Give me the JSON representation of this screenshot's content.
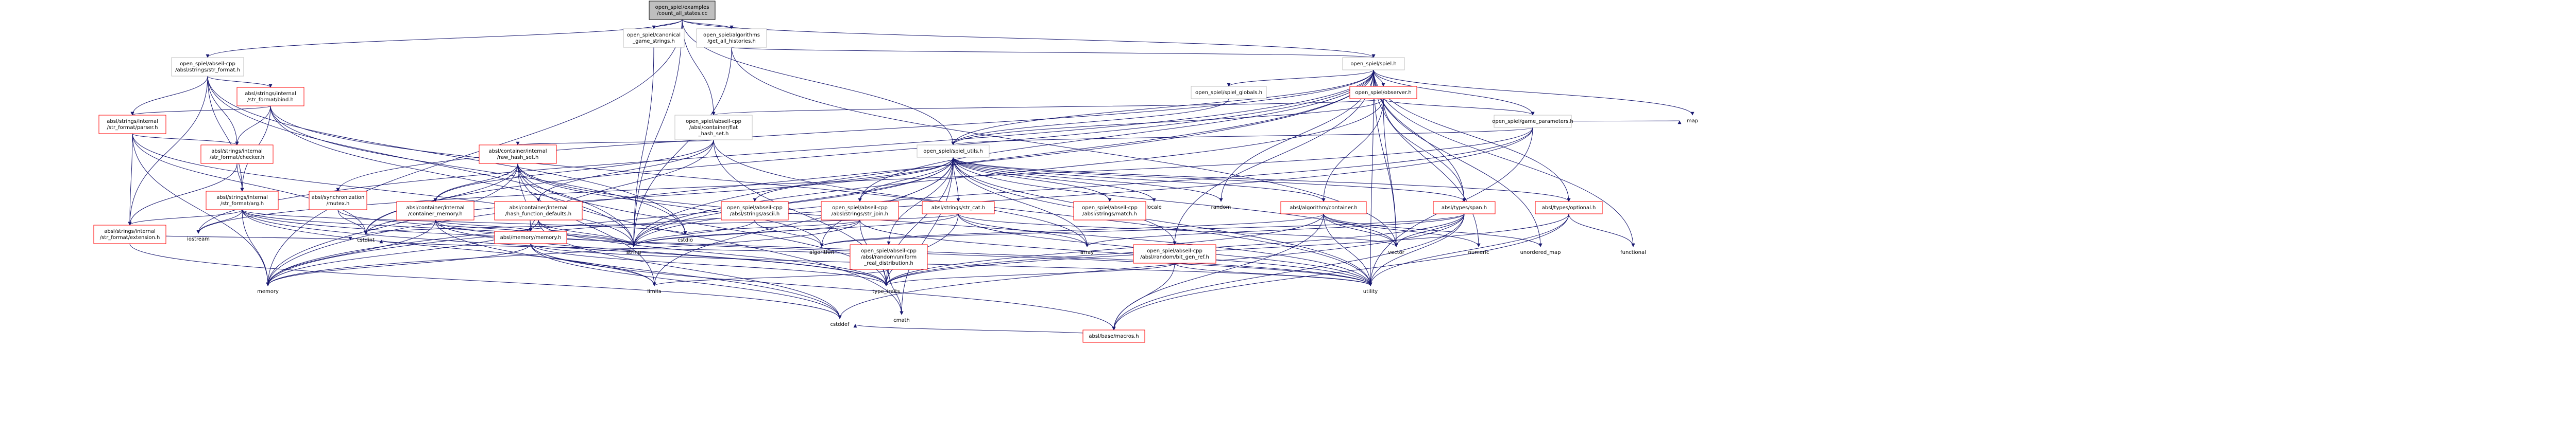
{
  "colors": {
    "edge": "#191970",
    "node_border": "#bfbfbf",
    "node_border_missing": "#ff0000",
    "root_fill": "#bfbfbf"
  },
  "nodes": [
    {
      "id": "root",
      "lines": [
        "open_spiel/examples",
        "/count_all_states.cc"
      ],
      "kind": "root"
    },
    {
      "id": "str_format",
      "lines": [
        "open_spiel/abseil-cpp",
        "/absl/strings/str_format.h"
      ],
      "kind": "normal"
    },
    {
      "id": "canonical",
      "lines": [
        "open_spiel/canonical",
        "_game_strings.h"
      ],
      "kind": "normal"
    },
    {
      "id": "get_all_hist",
      "lines": [
        "open_spiel/algorithms",
        "/get_all_histories.h"
      ],
      "kind": "normal"
    },
    {
      "id": "spiel",
      "lines": [
        "open_spiel/spiel.h"
      ],
      "kind": "normal"
    },
    {
      "id": "bind",
      "lines": [
        "absl/strings/internal",
        "/str_format/bind.h"
      ],
      "kind": "red"
    },
    {
      "id": "parser",
      "lines": [
        "absl/strings/internal",
        "/str_format/parser.h"
      ],
      "kind": "red"
    },
    {
      "id": "checker",
      "lines": [
        "absl/strings/internal",
        "/str_format/checker.h"
      ],
      "kind": "red"
    },
    {
      "id": "arg",
      "lines": [
        "absl/strings/internal",
        "/str_format/arg.h"
      ],
      "kind": "red"
    },
    {
      "id": "extension",
      "lines": [
        "absl/strings/internal",
        "/str_format/extension.h"
      ],
      "kind": "red"
    },
    {
      "id": "flat_hash_set",
      "lines": [
        "open_spiel/abseil-cpp",
        "/absl/container/flat",
        "_hash_set.h"
      ],
      "kind": "normal"
    },
    {
      "id": "raw_hash_set",
      "lines": [
        "absl/container/internal",
        "/raw_hash_set.h"
      ],
      "kind": "red"
    },
    {
      "id": "mutex",
      "lines": [
        "absl/synchronization",
        "/mutex.h"
      ],
      "kind": "red"
    },
    {
      "id": "hash_defaults",
      "lines": [
        "absl/container/internal",
        "/hash_function_defaults.h"
      ],
      "kind": "red"
    },
    {
      "id": "container_memory",
      "lines": [
        "absl/container/internal",
        "/container_memory.h"
      ],
      "kind": "red"
    },
    {
      "id": "absl_memory",
      "lines": [
        "absl/memory/memory.h"
      ],
      "kind": "red"
    },
    {
      "id": "spiel_globals",
      "lines": [
        "open_spiel/spiel_globals.h"
      ],
      "kind": "normal"
    },
    {
      "id": "observer",
      "lines": [
        "open_spiel/observer.h"
      ],
      "kind": "red"
    },
    {
      "id": "game_parameters",
      "lines": [
        "open_spiel/game_parameters.h"
      ],
      "kind": "normal"
    },
    {
      "id": "spiel_utils",
      "lines": [
        "open_spiel/spiel_utils.h"
      ],
      "kind": "normal"
    },
    {
      "id": "ascii",
      "lines": [
        "open_spiel/abseil-cpp",
        "/absl/strings/ascii.h"
      ],
      "kind": "red"
    },
    {
      "id": "str_join",
      "lines": [
        "open_spiel/abseil-cpp",
        "/absl/strings/str_join.h"
      ],
      "kind": "red"
    },
    {
      "id": "str_cat",
      "lines": [
        "absl/strings/str_cat.h"
      ],
      "kind": "red"
    },
    {
      "id": "uniform_real",
      "lines": [
        "open_spiel/abseil-cpp",
        "/absl/random/uniform",
        "_real_distribution.h"
      ],
      "kind": "red"
    },
    {
      "id": "match",
      "lines": [
        "open_spiel/abseil-cpp",
        "/absl/strings/match.h"
      ],
      "kind": "red"
    },
    {
      "id": "bit_gen_ref",
      "lines": [
        "open_spiel/abseil-cpp",
        "/absl/random/bit_gen_ref.h"
      ],
      "kind": "red"
    },
    {
      "id": "alg_container",
      "lines": [
        "absl/algorithm/container.h"
      ],
      "kind": "red"
    },
    {
      "id": "span",
      "lines": [
        "absl/types/span.h"
      ],
      "kind": "red"
    },
    {
      "id": "optional",
      "lines": [
        "absl/types/optional.h"
      ],
      "kind": "red"
    },
    {
      "id": "macros",
      "lines": [
        "absl/base/macros.h"
      ],
      "kind": "red"
    },
    {
      "id": "cstdint",
      "lines": [
        "cstdint"
      ],
      "kind": "plain"
    },
    {
      "id": "memory",
      "lines": [
        "memory"
      ],
      "kind": "plain"
    },
    {
      "id": "iostream",
      "lines": [
        "iostream"
      ],
      "kind": "plain"
    },
    {
      "id": "cstdio",
      "lines": [
        "cstdio"
      ],
      "kind": "plain"
    },
    {
      "id": "string",
      "lines": [
        "string"
      ],
      "kind": "plain"
    },
    {
      "id": "algorithm",
      "lines": [
        "algorithm"
      ],
      "kind": "plain"
    },
    {
      "id": "limits",
      "lines": [
        "limits"
      ],
      "kind": "plain"
    },
    {
      "id": "type_traits",
      "lines": [
        "type_traits"
      ],
      "kind": "plain"
    },
    {
      "id": "cstddef",
      "lines": [
        "cstddef"
      ],
      "kind": "plain"
    },
    {
      "id": "utility",
      "lines": [
        "utility"
      ],
      "kind": "plain"
    },
    {
      "id": "locale",
      "lines": [
        "locale"
      ],
      "kind": "plain"
    },
    {
      "id": "random",
      "lines": [
        "random"
      ],
      "kind": "plain"
    },
    {
      "id": "array",
      "lines": [
        "array"
      ],
      "kind": "plain"
    },
    {
      "id": "cmath",
      "lines": [
        "cmath"
      ],
      "kind": "plain"
    },
    {
      "id": "vector",
      "lines": [
        "vector"
      ],
      "kind": "plain"
    },
    {
      "id": "numeric",
      "lines": [
        "numeric"
      ],
      "kind": "plain"
    },
    {
      "id": "unordered_map",
      "lines": [
        "unordered_map"
      ],
      "kind": "plain"
    },
    {
      "id": "functional",
      "lines": [
        "functional"
      ],
      "kind": "plain"
    },
    {
      "id": "map",
      "lines": [
        "map"
      ],
      "kind": "plain"
    }
  ],
  "edges": [
    [
      "root",
      "str_format"
    ],
    [
      "root",
      "canonical"
    ],
    [
      "root",
      "get_all_hist"
    ],
    [
      "root",
      "spiel"
    ],
    [
      "root",
      "string"
    ],
    [
      "root",
      "memory"
    ],
    [
      "root",
      "flat_hash_set"
    ],
    [
      "root",
      "spiel_utils"
    ],
    [
      "str_format",
      "bind"
    ],
    [
      "str_format",
      "parser"
    ],
    [
      "str_format",
      "checker"
    ],
    [
      "str_format",
      "arg"
    ],
    [
      "str_format",
      "extension"
    ],
    [
      "str_format",
      "cstdio"
    ],
    [
      "str_format",
      "string"
    ],
    [
      "canonical",
      "string"
    ],
    [
      "get_all_hist",
      "spiel"
    ],
    [
      "get_all_hist",
      "string"
    ],
    [
      "get_all_hist",
      "vector"
    ],
    [
      "bind",
      "arg"
    ],
    [
      "bind",
      "checker"
    ],
    [
      "bind",
      "parser"
    ],
    [
      "bind",
      "array"
    ],
    [
      "bind",
      "cstdio"
    ],
    [
      "bind",
      "sstream"
    ],
    [
      "bind",
      "string"
    ],
    [
      "parser",
      "checker"
    ],
    [
      "parser",
      "extension"
    ],
    [
      "parser",
      "cstdint"
    ],
    [
      "parser",
      "string"
    ],
    [
      "parser",
      "memory"
    ],
    [
      "checker",
      "arg"
    ],
    [
      "checker",
      "extension"
    ],
    [
      "arg",
      "extension"
    ],
    [
      "arg",
      "cstdio"
    ],
    [
      "arg",
      "iostream"
    ],
    [
      "arg",
      "memory"
    ],
    [
      "arg",
      "string"
    ],
    [
      "arg",
      "type_traits"
    ],
    [
      "arg",
      "limits"
    ],
    [
      "arg",
      "utility"
    ],
    [
      "extension",
      "cstdint"
    ],
    [
      "extension",
      "cstddef"
    ],
    [
      "flat_hash_set",
      "raw_hash_set"
    ],
    [
      "flat_hash_set",
      "hash_defaults"
    ],
    [
      "flat_hash_set",
      "container_memory"
    ],
    [
      "flat_hash_set",
      "absl_memory"
    ],
    [
      "flat_hash_set",
      "type_traits"
    ],
    [
      "flat_hash_set",
      "utility"
    ],
    [
      "raw_hash_set",
      "container_memory"
    ],
    [
      "raw_hash_set",
      "absl_memory"
    ],
    [
      "raw_hash_set",
      "algorithm"
    ],
    [
      "raw_hash_set",
      "cmath"
    ],
    [
      "raw_hash_set",
      "cstdint"
    ],
    [
      "raw_hash_set",
      "cstring"
    ],
    [
      "raw_hash_set",
      "iterator"
    ],
    [
      "raw_hash_set",
      "limits"
    ],
    [
      "raw_hash_set",
      "memory"
    ],
    [
      "raw_hash_set",
      "tuple"
    ],
    [
      "raw_hash_set",
      "type_traits"
    ],
    [
      "raw_hash_set",
      "utility"
    ],
    [
      "hash_defaults",
      "string"
    ],
    [
      "hash_defaults",
      "cstddef"
    ],
    [
      "hash_defaults",
      "type_traits"
    ],
    [
      "hash_defaults",
      "memory"
    ],
    [
      "container_memory",
      "absl_memory"
    ],
    [
      "container_memory",
      "memory"
    ],
    [
      "container_memory",
      "cstddef"
    ],
    [
      "container_memory",
      "cstring"
    ],
    [
      "container_memory",
      "tuple"
    ],
    [
      "container_memory",
      "type_traits"
    ],
    [
      "container_memory",
      "utility"
    ],
    [
      "absl_memory",
      "cstddef"
    ],
    [
      "absl_memory",
      "limits"
    ],
    [
      "absl_memory",
      "memory"
    ],
    [
      "absl_memory",
      "new"
    ],
    [
      "absl_memory",
      "type_traits"
    ],
    [
      "absl_memory",
      "utility"
    ],
    [
      "absl_memory",
      "macros"
    ],
    [
      "mutex",
      "cstdint"
    ],
    [
      "mutex",
      "string"
    ],
    [
      "spiel",
      "spiel_globals"
    ],
    [
      "spiel",
      "observer"
    ],
    [
      "spiel",
      "game_parameters"
    ],
    [
      "spiel",
      "spiel_utils"
    ],
    [
      "spiel",
      "span"
    ],
    [
      "spiel",
      "optional"
    ],
    [
      "spiel",
      "bit_gen_ref"
    ],
    [
      "spiel",
      "random"
    ],
    [
      "spiel",
      "string"
    ],
    [
      "spiel",
      "memory"
    ],
    [
      "spiel",
      "vector"
    ],
    [
      "spiel",
      "iostream"
    ],
    [
      "spiel",
      "map"
    ],
    [
      "spiel",
      "functional"
    ],
    [
      "spiel",
      "unordered_map"
    ],
    [
      "spiel",
      "utility"
    ],
    [
      "spiel",
      "str_join"
    ],
    [
      "spiel",
      "mutex"
    ],
    [
      "spiel",
      "cstdint"
    ],
    [
      "spiel",
      "numeric"
    ],
    [
      "spiel_globals",
      "spiel_utils"
    ],
    [
      "observer",
      "game_parameters"
    ],
    [
      "observer",
      "spiel_utils"
    ],
    [
      "observer",
      "span"
    ],
    [
      "observer",
      "alg_container"
    ],
    [
      "observer",
      "string"
    ],
    [
      "observer",
      "vector"
    ],
    [
      "observer",
      "flat_hash_set"
    ],
    [
      "game_parameters",
      "spiel_utils"
    ],
    [
      "game_parameters",
      "iostream"
    ],
    [
      "game_parameters",
      "map"
    ],
    [
      "game_parameters",
      "string"
    ],
    [
      "game_parameters",
      "utility"
    ],
    [
      "game_parameters",
      "memory"
    ],
    [
      "spiel_utils",
      "ascii"
    ],
    [
      "spiel_utils",
      "str_join"
    ],
    [
      "spiel_utils",
      "str_cat"
    ],
    [
      "spiel_utils",
      "uniform_real"
    ],
    [
      "spiel_utils",
      "match"
    ],
    [
      "spiel_utils",
      "bit_gen_ref"
    ],
    [
      "spiel_utils",
      "alg_container"
    ],
    [
      "spiel_utils",
      "span"
    ],
    [
      "spiel_utils",
      "optional"
    ],
    [
      "spiel_utils",
      "string"
    ],
    [
      "spiel_utils",
      "algorithm"
    ],
    [
      "spiel_utils",
      "array"
    ],
    [
      "spiel_utils",
      "cmath"
    ],
    [
      "spiel_utils",
      "cstdint"
    ],
    [
      "spiel_utils",
      "locale"
    ],
    [
      "spiel_utils",
      "random"
    ],
    [
      "spiel_utils",
      "vector"
    ],
    [
      "spiel_utils",
      "utility"
    ],
    [
      "spiel_utils",
      "type_traits"
    ],
    [
      "spiel_utils",
      "limits"
    ],
    [
      "spiel_utils",
      "memory"
    ],
    [
      "spiel_utils",
      "sstream"
    ],
    [
      "ascii",
      "string"
    ],
    [
      "ascii",
      "algorithm"
    ],
    [
      "str_join",
      "string"
    ],
    [
      "str_join",
      "memory"
    ],
    [
      "str_join",
      "cstdio"
    ],
    [
      "str_join",
      "type_traits"
    ],
    [
      "str_join",
      "utility"
    ],
    [
      "str_cat",
      "string"
    ],
    [
      "str_cat",
      "array"
    ],
    [
      "str_cat",
      "cstdint"
    ],
    [
      "str_cat",
      "type_traits"
    ],
    [
      "str_cat",
      "utility"
    ],
    [
      "str_cat",
      "vector"
    ],
    [
      "uniform_real",
      "cmath"
    ],
    [
      "uniform_real",
      "cstdint"
    ],
    [
      "uniform_real",
      "limits"
    ],
    [
      "uniform_real",
      "type_traits"
    ],
    [
      "bit_gen_ref",
      "type_traits"
    ],
    [
      "bit_gen_ref",
      "utility"
    ],
    [
      "bit_gen_ref",
      "macros"
    ],
    [
      "alg_container",
      "algorithm"
    ],
    [
      "alg_container",
      "numeric"
    ],
    [
      "alg_container",
      "unordered_map"
    ],
    [
      "alg_container",
      "vector"
    ],
    [
      "alg_container",
      "type_traits"
    ],
    [
      "alg_container",
      "utility"
    ],
    [
      "alg_container",
      "cassert"
    ],
    [
      "alg_container",
      "macros"
    ],
    [
      "span",
      "algorithm"
    ],
    [
      "span",
      "cassert"
    ],
    [
      "span",
      "cstddef"
    ],
    [
      "span",
      "type_traits"
    ],
    [
      "span",
      "utility"
    ],
    [
      "span",
      "array"
    ],
    [
      "span",
      "vector"
    ],
    [
      "span",
      "macros"
    ],
    [
      "optional",
      "functional"
    ],
    [
      "optional",
      "type_traits"
    ],
    [
      "optional",
      "utility"
    ],
    [
      "optional",
      "macros"
    ],
    [
      "macros",
      "cstddef"
    ]
  ]
}
